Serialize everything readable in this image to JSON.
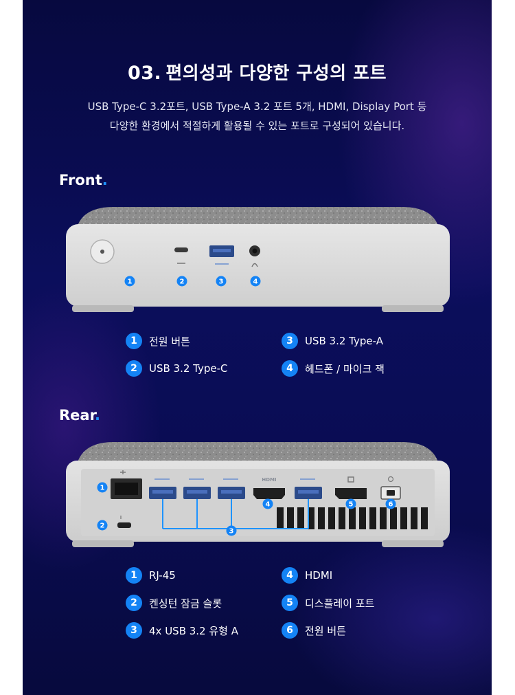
{
  "header": {
    "number": "03.",
    "title": "편의성과 다양한 구성의 포트",
    "subtitle_line1": "USB Type-C 3.2포트, USB Type-A 3.2 포트 5개, HDMI, Display Port 등",
    "subtitle_line2": "다양한 환경에서 적절하게 활용될 수 있는 포트로 구성되어 있습니다."
  },
  "front": {
    "label": "Front",
    "callouts": [
      "1",
      "2",
      "3",
      "4"
    ],
    "legend": [
      {
        "num": "1",
        "text": "전원 버튼"
      },
      {
        "num": "2",
        "text": "USB 3.2 Type-C"
      },
      {
        "num": "3",
        "text": "USB 3.2 Type-A"
      },
      {
        "num": "4",
        "text": "헤드폰 / 마이크 잭"
      }
    ]
  },
  "rear": {
    "label": "Rear",
    "callouts": [
      "1",
      "2",
      "3",
      "4",
      "5",
      "6"
    ],
    "port_labels": {
      "hdmi": "HDMI"
    },
    "legend": [
      {
        "num": "1",
        "text": "RJ-45"
      },
      {
        "num": "2",
        "text": "켄싱턴 잠금 슬롯"
      },
      {
        "num": "3",
        "text": "4x USB 3.2 유형 A"
      },
      {
        "num": "4",
        "text": "HDMI"
      },
      {
        "num": "5",
        "text": "디스플레이 포트"
      },
      {
        "num": "6",
        "text": "전원 버튼"
      }
    ]
  },
  "colors": {
    "background": "#0a0c52",
    "accent_blue": "#1483f5",
    "device_body": "#d9d9d9",
    "device_top": "#8e8e8e"
  },
  "icons": [
    "power-button-icon",
    "usb-c-port-icon",
    "usb-a-port-icon",
    "audio-jack-icon",
    "ethernet-port-icon",
    "kensington-slot-icon",
    "hdmi-port-icon",
    "display-port-icon",
    "dc-power-port-icon"
  ]
}
